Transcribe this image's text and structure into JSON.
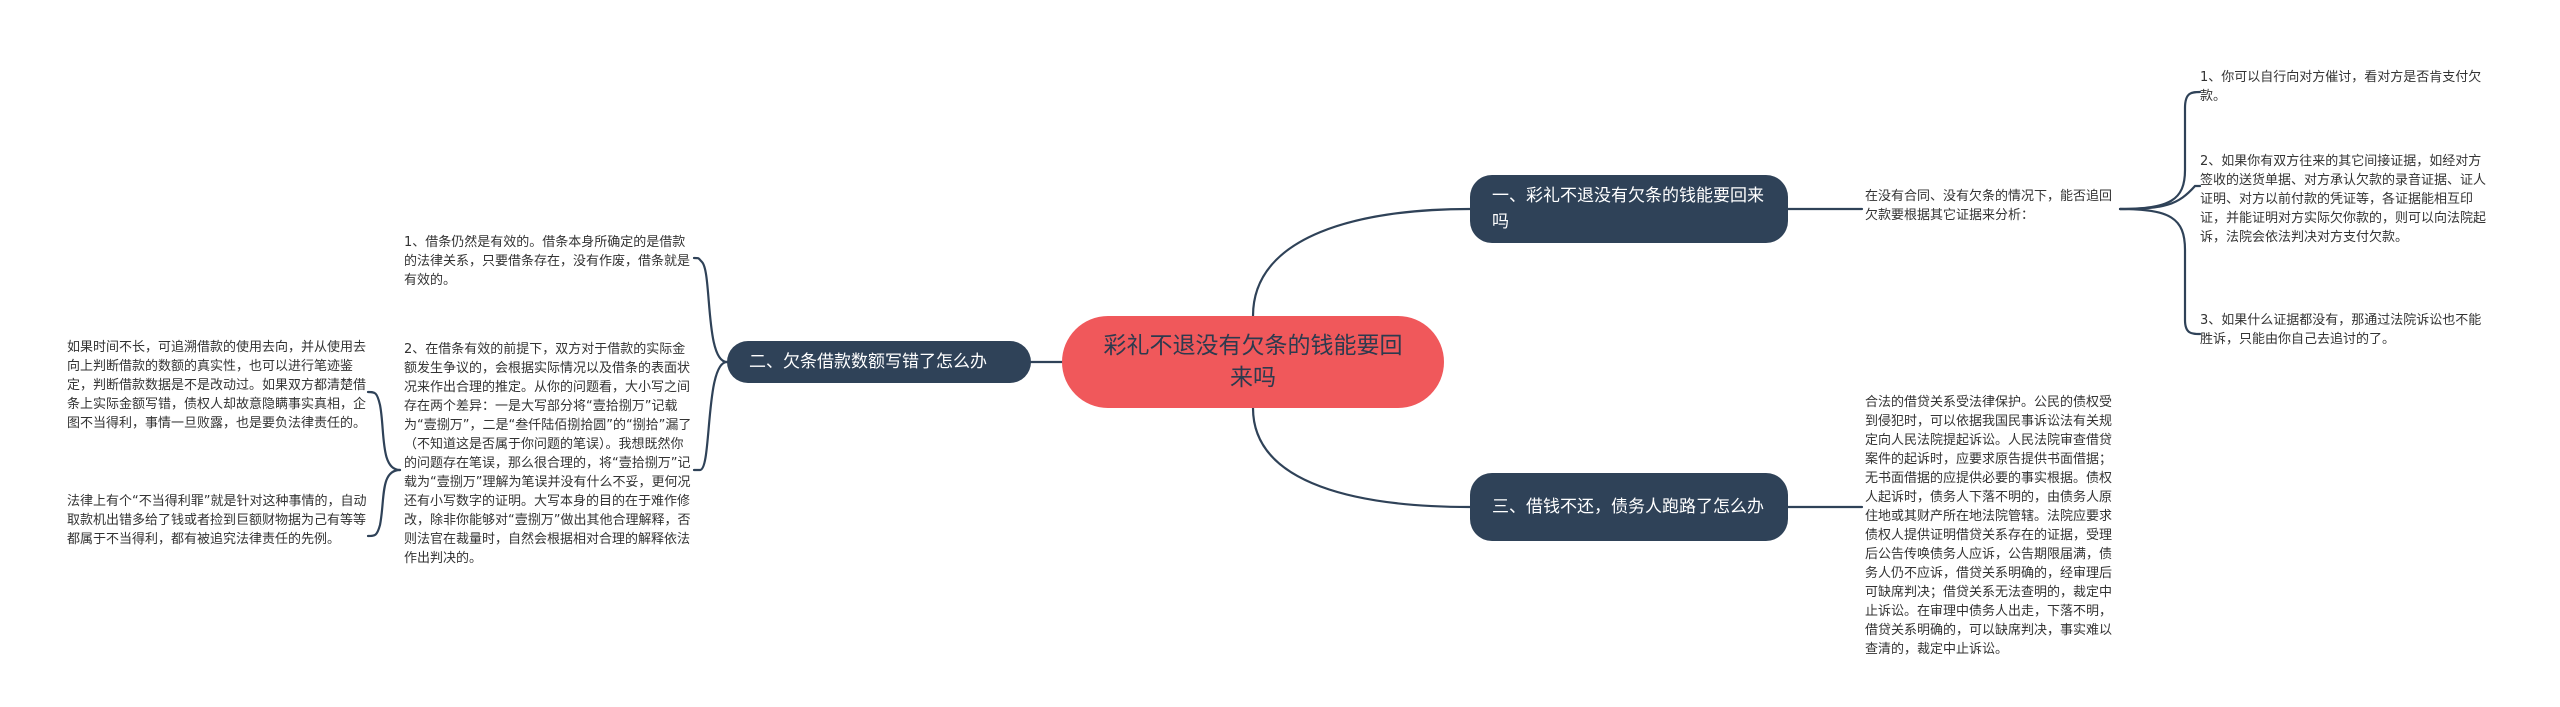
{
  "root": {
    "label": "彩礼不退没有欠条的钱能要回来吗"
  },
  "branches": {
    "b1": {
      "label": "一、彩礼不退没有欠条的钱能要回来吗",
      "intro": "在没有合同、没有欠条的情况下，能否追回欠款要根据其它证据来分析：",
      "items": [
        "1、你可以自行向对方催讨，看对方是否肯支付欠款。",
        "2、如果你有双方往来的其它间接证据，如经对方签收的送货单据、对方承认欠款的录音证据、证人证明、对方以前付款的凭证等，各证据能相互印证，并能证明对方实际欠你款的，则可以向法院起诉，法院会依法判决对方支付欠款。",
        "3、如果什么证据都没有，那通过法院诉讼也不能胜诉，只能由你自己去追讨的了。"
      ]
    },
    "b2": {
      "label": "二、欠条借款数额写错了怎么办",
      "items": [
        "1、借条仍然是有效的。借条本身所确定的是借款的法律关系，只要借条存在，没有作废，借条就是有效的。",
        "2、在借条有效的前提下，双方对于借款的实际金额发生争议的，会根据实际情况以及借条的表面状况来作出合理的推定。从你的问题看，大小写之间存在两个差异：一是大写部分将“壹拾捌万”记载为“壹捌万”，二是“叁仟陆佰捌拾圆”的“捌拾”漏了（不知道这是否属于你问题的笔误）。我想既然你的问题存在笔误，那么很合理的，将“壹拾捌万”记载为“壹捌万”理解为笔误并没有什么不妥，更何况还有小写数字的证明。大写本身的目的在于难作修改，除非你能够对“壹捌万”做出其他合理解释，否则法官在裁量时，自然会根据相对合理的解释依法作出判决的。"
      ],
      "sub_items": [
        "如果时间不长，可追溯借款的使用去向，并从使用去向上判断借款的数额的真实性，也可以进行笔迹鉴定，判断借款数据是不是改动过。如果双方都清楚借条上实际金额写错，债权人却故意隐瞒事实真相，企图不当得利，事情一旦败露，也是要负法律责任的。",
        "法律上有个“不当得利罪”就是针对这种事情的，自动取款机出错多给了钱或者捡到巨额财物据为己有等等都属于不当得利，都有被追究法律责任的先例。"
      ]
    },
    "b3": {
      "label": "三、借钱不还，债务人跑路了怎么办",
      "text": "合法的借贷关系受法律保护。公民的债权受到侵犯时，可以依据我国民事诉讼法有关规定向人民法院提起诉讼。人民法院审查借贷案件的起诉时，应要求原告提供书面借据；无书面借据的应提供必要的事实根据。债权人起诉时，债务人下落不明的，由债务人原住地或其财产所在地法院管辖。法院应要求债权人提供证明借贷关系存在的证据，受理后公告传唤债务人应诉，公告期限届满，债务人仍不应诉，借贷关系明确的，经审理后可缺席判决；借贷关系无法查明的，裁定中止诉讼。在审理中债务人出走，下落不明，借贷关系明确的，可以缺席判决，事实难以查清的，裁定中止诉讼。"
    }
  },
  "colors": {
    "root": "#f0585b",
    "branch": "#2f4258",
    "line": "#2f4258",
    "text": "#333333"
  }
}
